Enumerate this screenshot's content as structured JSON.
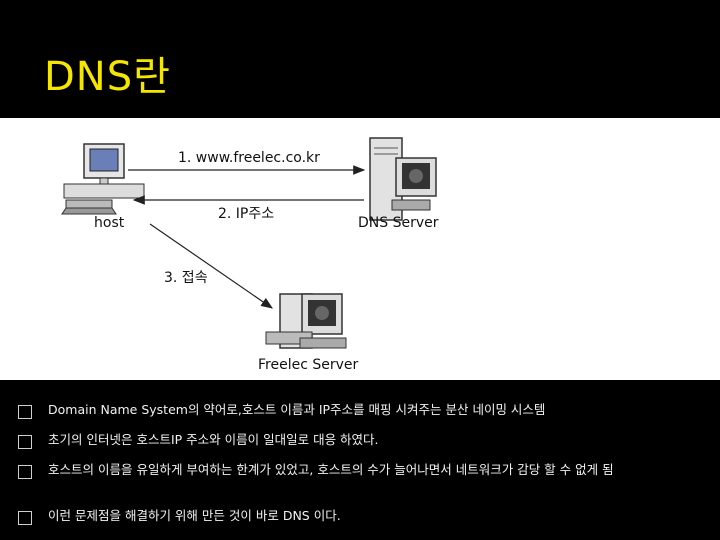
{
  "title": "DNS란",
  "diagram": {
    "request_label": "1. www.freelec.co.kr",
    "response_label": "2. IP주소",
    "connect_label": "3. 접속",
    "host_label": "host",
    "dns_label": "DNS Server",
    "freelec_label": "Freelec Server"
  },
  "bullets": [
    {
      "text": "Domain Name System의 약어로,호스트 이름과 IP주소를 매핑 시켜주는 분산 네이밍 시스템"
    },
    {
      "text": "초기의 인터넷은 호스트IP 주소와 이름이 일대일로 대응 하였다."
    },
    {
      "text": "호스트의 이름을 유일하게 부여하는 한계가 있었고, 호스트의 수가 늘어나면서 네트워크가 감당 할 수 없게 됨"
    },
    {
      "text": "이런 문제점을 해결하기 위해 만든 것이 바로 DNS 이다."
    }
  ]
}
